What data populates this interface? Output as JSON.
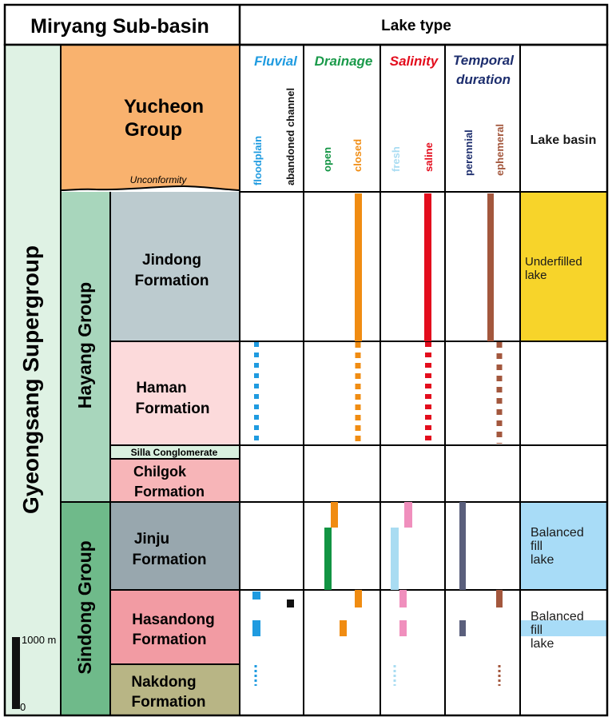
{
  "header": {
    "basin_title": "Miryang Sub-basin",
    "lake_type_title": "Lake type"
  },
  "categories": {
    "fluvial": {
      "title": "Fluvial",
      "color": "#1f9be0",
      "subs": [
        "floodplain",
        "abandoned channel"
      ]
    },
    "drainage": {
      "title": "Drainage",
      "color": "#1a9a4a",
      "subs": [
        "open",
        "closed"
      ]
    },
    "salinity": {
      "title": "Salinity",
      "color": "#e30d1d",
      "subs": [
        "fresh",
        "saline"
      ]
    },
    "temporal": {
      "title_line1": "Temporal",
      "title_line2": "duration",
      "color": "#1d2e6e",
      "subs": [
        "perennial",
        "ephemeral"
      ]
    },
    "lake_basin": {
      "title": "Lake basin"
    }
  },
  "stratigraphy": {
    "supergroup": "Gyeongsang Supergroup",
    "yucheon_line1": "Yucheon",
    "yucheon_line2": "Group",
    "unconformity": "Unconformity",
    "hayang_group": "Hayang  Group",
    "sindong_group": "Sindong Group",
    "formations": {
      "jindong": [
        "Jindong",
        "Formation"
      ],
      "haman": [
        "Haman",
        "Formation"
      ],
      "silla": "Silla Conglomerate",
      "chilgok": [
        "Chilgok",
        "Formation"
      ],
      "jinju": [
        "Jinju",
        "Formation"
      ],
      "hasandong": [
        "Hasandong",
        "Formation"
      ],
      "nakdong": [
        "Nakdong",
        "Formation"
      ]
    }
  },
  "lake_basin_types": {
    "underfilled": [
      "Underfilled",
      "lake"
    ],
    "balanced_jinju": [
      "Balanced",
      "fill",
      "lake"
    ],
    "balanced_hasandong": [
      "Balanced",
      "fill",
      "lake"
    ]
  },
  "scale_bar": {
    "top_label": "1000 m",
    "bottom_label": "0"
  },
  "colors": {
    "supergroup_fill": "#dff2e4",
    "yucheon_fill": "#f9b26e",
    "hayang_fill": "#a8d6bc",
    "sindong_fill": "#6fba8a",
    "jindong_fill": "#bccbcf",
    "haman_fill": "#fcdadb",
    "silla_fill": "#d9f0df",
    "chilgok_fill": "#f7b5b8",
    "jinju_fill": "#98a7ae",
    "hasandong_fill": "#f29ba3",
    "nakdong_fill": "#b8b585",
    "underfilled_fill": "#f7d42a",
    "balanced_fill": "#a8dcf7",
    "floodplain": "#1f9be0",
    "abandoned": "#111111",
    "open": "#129443",
    "closed": "#f08c12",
    "fresh": "#a9dcf2",
    "saline": "#e30d1d",
    "perennial": "#5a5f7c",
    "ephemeral": "#a3573d",
    "drainage_pink": "#f08fbd"
  }
}
